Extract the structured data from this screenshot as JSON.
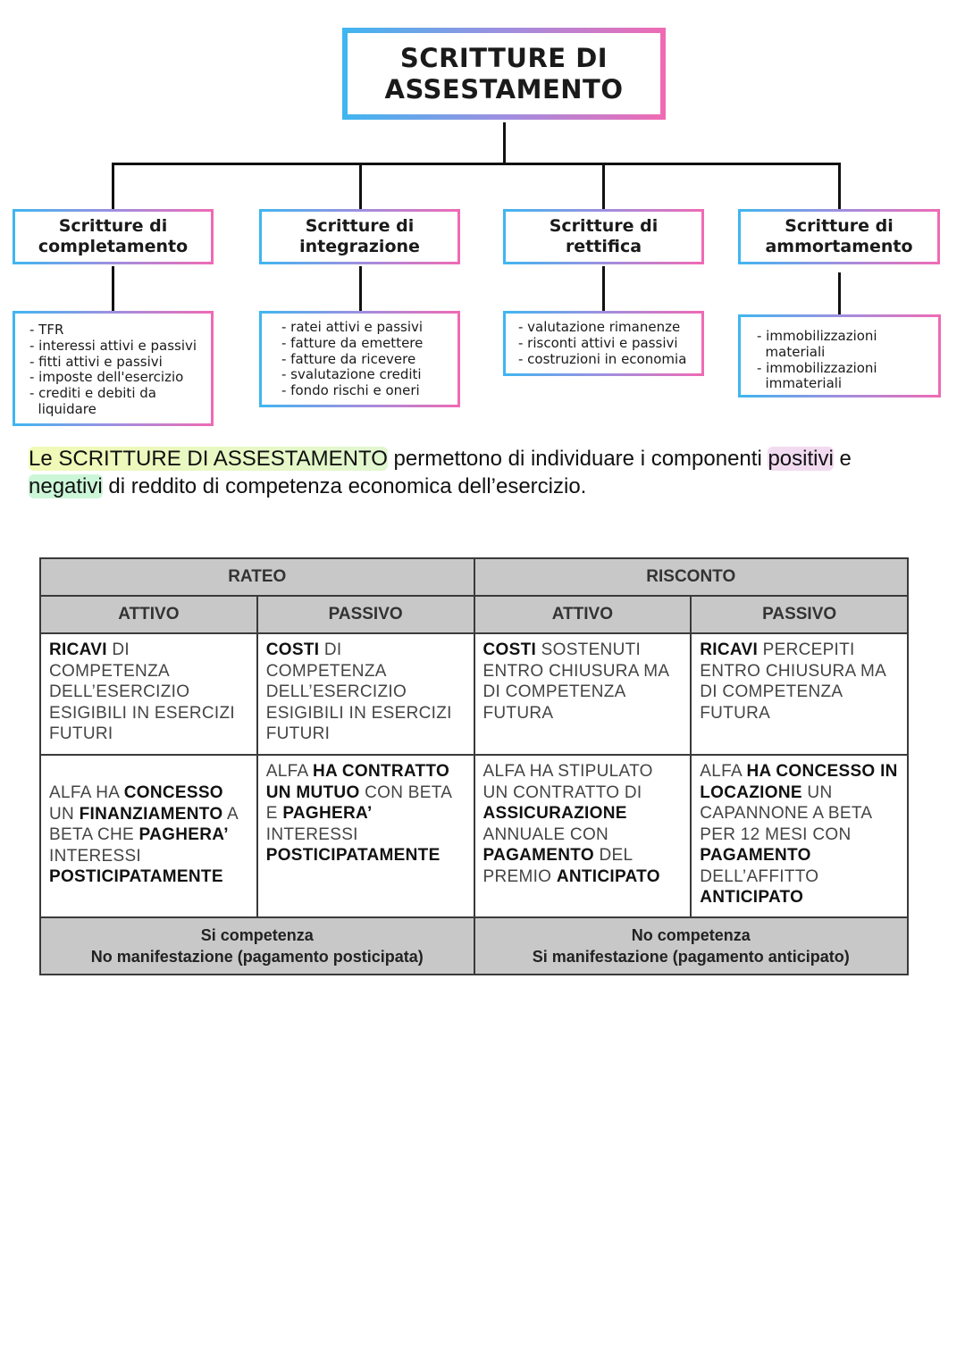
{
  "root": {
    "line1": "SCRITTURE DI",
    "line2": "ASSESTAMENTO"
  },
  "categories": [
    {
      "line1": "Scritture di",
      "line2": "completamento",
      "items": [
        "- TFR",
        "- interessi attivi e passivi",
        "- fitti attivi e passivi",
        "- imposte dell'esercizio",
        "- crediti e debiti da",
        "  liquidare"
      ]
    },
    {
      "line1": "Scritture di",
      "line2": "integrazione",
      "items": [
        "- ratei attivi e passivi",
        "- fatture da emettere",
        "- fatture da ricevere",
        "- svalutazione crediti",
        "- fondo rischi e oneri"
      ]
    },
    {
      "line1": "Scritture di",
      "line2": "rettifica",
      "items": [
        "- valutazione rimanenze",
        "- risconti attivi e passivi",
        "- costruzioni in economia"
      ]
    },
    {
      "line1": "Scritture di",
      "line2": "ammortamento",
      "items": [
        "- immobilizzazioni",
        "  materiali",
        "- immobilizzazioni",
        "  immateriali"
      ]
    }
  ],
  "paragraph": {
    "p1": "Le SCRITTURE DI ASSESTAMENTO",
    "p2": " permettono di individuare i componenti ",
    "p3": "positivi",
    "p4": " e ",
    "p5": "negativi",
    "p6": " di reddito di competenza economica dell’esercizio."
  },
  "table": {
    "rateo": "RATEO",
    "risconto": "RISCONTO",
    "attivo": "ATTIVO",
    "passivo": "PASSIVO",
    "def": {
      "c1": {
        "b": "RICAVI",
        "t": " DI COMPETENZA DELL’ESERCIZIO ESIGIBILI IN ESERCIZI FUTURI"
      },
      "c2": {
        "b": "COSTI",
        "t": " DI COMPETENZA DELL’ESERCIZIO ESIGIBILI IN ESERCIZI FUTURI"
      },
      "c3": {
        "b": "COSTI",
        "t": " SOSTENUTI ENTRO CHIUSURA MA DI COMPETENZA FUTURA"
      },
      "c4": {
        "b": "RICAVI",
        "t": " PERCEPITI ENTRO CHIUSURA MA DI COMPETENZA FUTURA"
      }
    },
    "ex": {
      "c1": [
        "ALFA HA ",
        "CONCESSO",
        " UN ",
        "FINANZIAMENTO",
        " A BETA CHE ",
        "PAGHERA’",
        " INTERESSI ",
        "POSTICIPATAMENTE"
      ],
      "c2": [
        "ALFA ",
        "HA CONTRATTO UN MUTUO",
        " CON BETA E ",
        "PAGHERA’",
        " INTERESSI ",
        "POSTICIPATAMENTE"
      ],
      "c3": [
        "ALFA HA STIPULATO UN CONTRATTO DI ",
        "ASSICURAZIONE",
        " ANNUALE CON ",
        "PAGAMENTO",
        " DEL PREMIO ",
        "ANTICIPATO"
      ],
      "c4": [
        "ALFA ",
        "HA CONCESSO IN LOCAZIONE",
        " UN CAPANNONE A BETA PER 12 MESI CON ",
        "PAGAMENTO",
        " DELL’AFFITTO ",
        "ANTICIPATO"
      ]
    },
    "foot_left": {
      "l1": "Si competenza",
      "l2": "No manifestazione (pagamento posticipata)"
    },
    "foot_right": {
      "l1": "No competenza",
      "l2": "Si manifestazione (pagamento anticipato)"
    }
  }
}
